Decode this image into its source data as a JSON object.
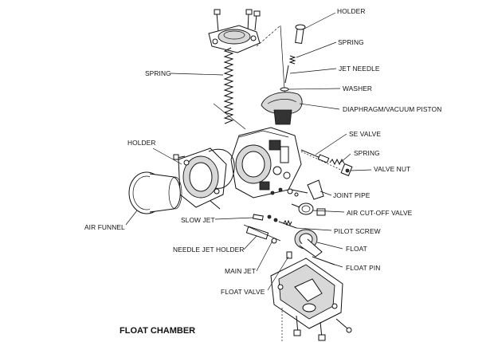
{
  "labels": {
    "holder_top": "HOLDER",
    "spring_top": "SPRING",
    "jet_needle": "JET NEEDLE",
    "washer": "WASHER",
    "diaphragm": "DIAPHRAGM/VACUUM PISTON",
    "spring_left": "SPRING",
    "holder_left": "HOLDER",
    "se_valve": "SE VALVE",
    "spring_right": "SPRING",
    "valve_nut": "VALVE NUT",
    "joint_pipe": "JOINT PIPE",
    "air_cutoff": "AIR CUT-OFF VALVE",
    "air_funnel": "AIR FUNNEL",
    "slow_jet": "SLOW JET",
    "pilot_screw": "PILOT SCREW",
    "needle_jet_holder": "NEEDLE JET HOLDER",
    "float": "FLOAT",
    "main_jet": "MAIN JET",
    "float_pin": "FLOAT PIN",
    "float_valve": "FLOAT VALVE"
  },
  "title": "FLOAT CHAMBER"
}
